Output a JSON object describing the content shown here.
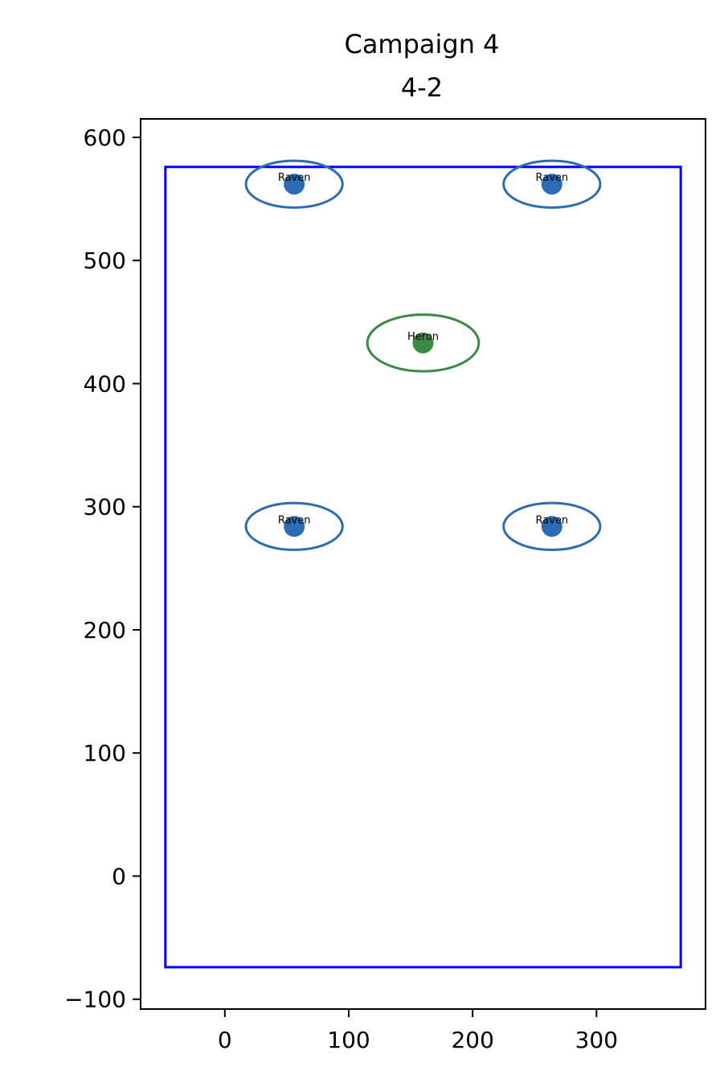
{
  "chart_data": {
    "type": "scatter",
    "title": "Campaign 4",
    "subtitle": "4-2",
    "xlim": [
      -68,
      388
    ],
    "ylim": [
      -108,
      615
    ],
    "xticks": [
      0,
      100,
      200,
      300
    ],
    "yticks": [
      -100,
      0,
      100,
      200,
      300,
      400,
      500,
      600
    ],
    "xtick_labels": [
      "0",
      "100",
      "200",
      "300"
    ],
    "ytick_labels": [
      "−100",
      "0",
      "100",
      "200",
      "300",
      "400",
      "500",
      "600"
    ],
    "boundary": {
      "x0": -48,
      "y0": -74,
      "x1": 368,
      "y1": 576,
      "color": "#0000ff"
    },
    "points": [
      {
        "label": "Raven",
        "x": 56,
        "y": 562,
        "rx": 39,
        "ry": 19,
        "color": "#2b6cb5"
      },
      {
        "label": "Raven",
        "x": 264,
        "y": 562,
        "rx": 39,
        "ry": 19,
        "color": "#2b6cb5"
      },
      {
        "label": "Heron",
        "x": 160,
        "y": 433,
        "rx": 45,
        "ry": 23,
        "color": "#3a8a45"
      },
      {
        "label": "Raven",
        "x": 56,
        "y": 284,
        "rx": 39,
        "ry": 19,
        "color": "#2b6cb5"
      },
      {
        "label": "Raven",
        "x": 264,
        "y": 284,
        "rx": 39,
        "ry": 19,
        "color": "#2b6cb5"
      }
    ]
  }
}
